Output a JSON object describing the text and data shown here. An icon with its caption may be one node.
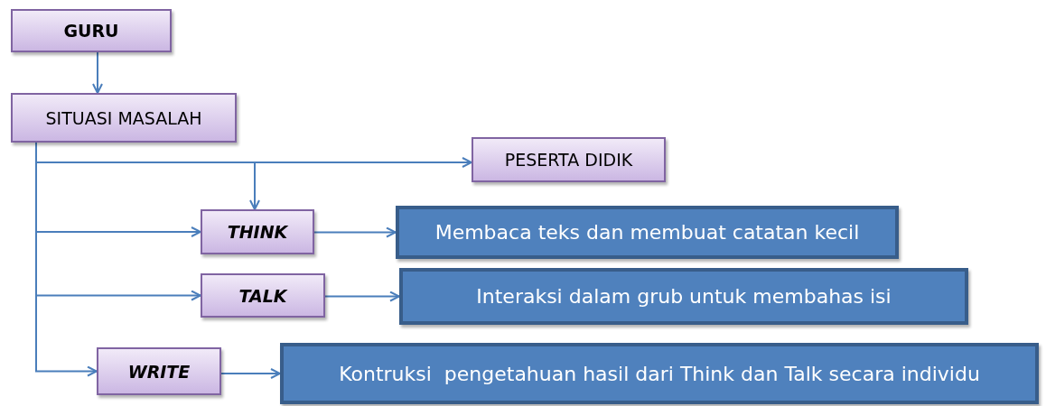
{
  "diagram": {
    "nodes": [
      {
        "text": [
          "GURU"
        ]
      },
      {
        "text": [
          "SITUASI MASALAH"
        ]
      },
      {
        "text": [
          "PESERTA DIDIK"
        ]
      },
      {
        "text": [
          "THINK"
        ]
      },
      {
        "text": [
          "Membaca teks dan membuat catatan kecil"
        ]
      },
      {
        "text": [
          "TALK"
        ]
      },
      {
        "text": [
          "Interaksi dalam grub untuk membahas isi"
        ]
      },
      {
        "text": [
          "WRITE"
        ]
      },
      {
        "text": [
          "Kontruksi  pengetahuan hasil dari Think dan Talk secara individu"
        ]
      }
    ],
    "edges": [
      {
        "from": 0,
        "to": 1,
        "arrow": "to"
      },
      {
        "from": 1,
        "to": 2,
        "arrow": "to"
      },
      {
        "from": 1,
        "to": 3,
        "arrow": "to"
      },
      {
        "from": 1,
        "to": 3,
        "arrow": "to"
      },
      {
        "from": 1,
        "to": 5,
        "arrow": "to"
      },
      {
        "from": 1,
        "to": 7,
        "arrow": "to"
      },
      {
        "from": 3,
        "to": 4,
        "arrow": "to"
      },
      {
        "from": 5,
        "to": 6,
        "arrow": "to"
      },
      {
        "from": 7,
        "to": 8,
        "arrow": "to"
      }
    ]
  }
}
